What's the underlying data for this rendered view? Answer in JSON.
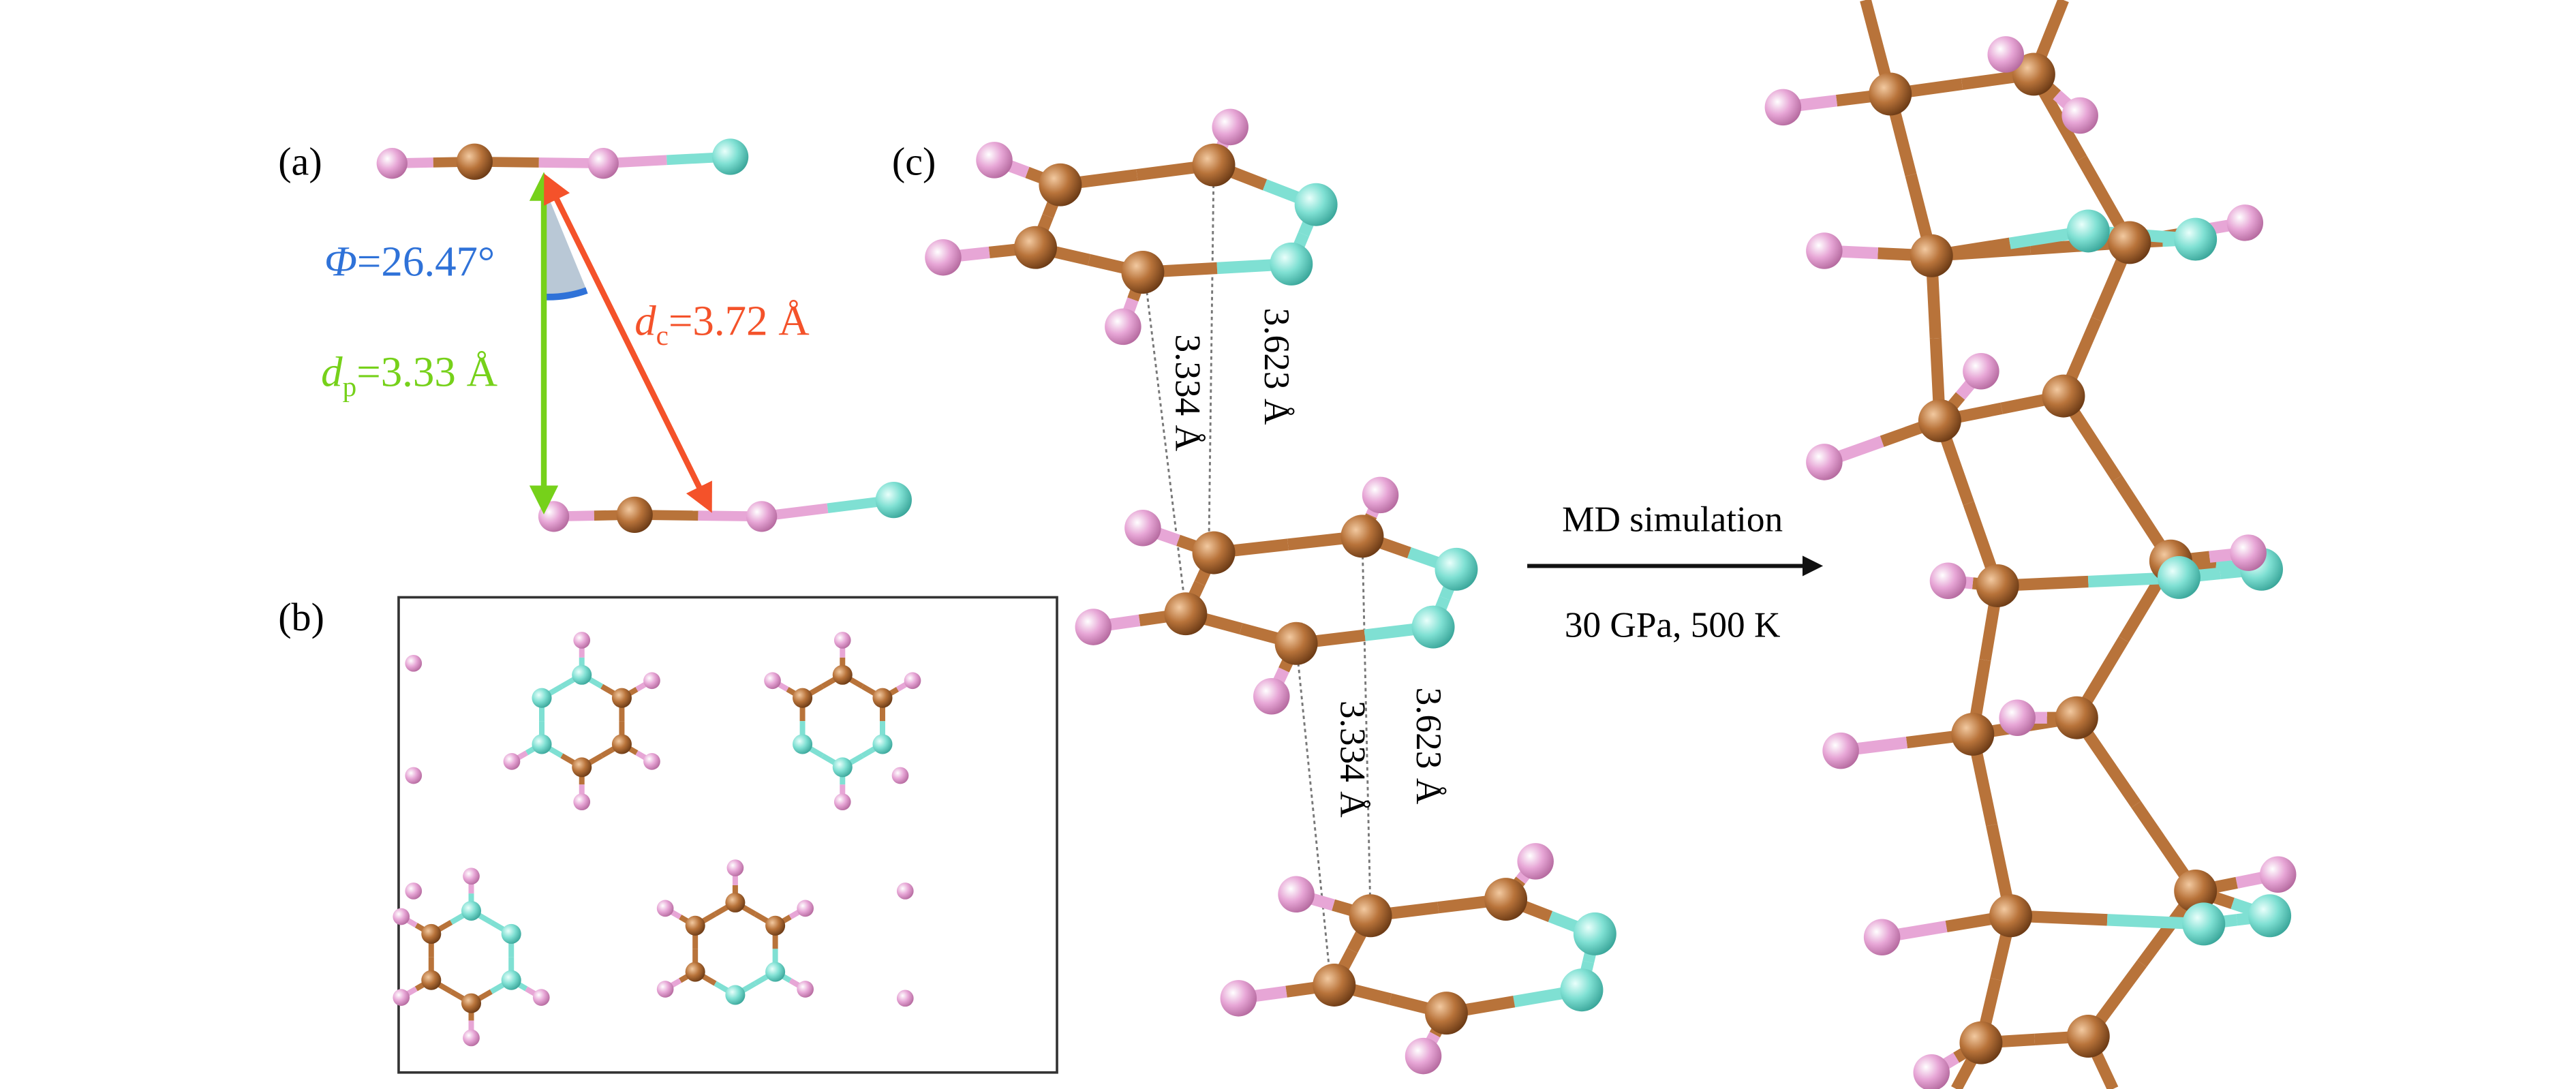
{
  "panels": {
    "a": {
      "label": "(a)",
      "phi": {
        "symbol": "Φ",
        "value": "=26.47°"
      },
      "dp": {
        "symbol": "d",
        "sub": "p",
        "value": "=3.33 Å"
      },
      "dc": {
        "symbol": "d",
        "sub": "c",
        "value": "=3.72 Å"
      }
    },
    "b": {
      "label": "(b)"
    },
    "c": {
      "label": "(c)",
      "distances": [
        {
          "perp": "3.334 Å",
          "centroid": "3.623 Å"
        },
        {
          "perp": "3.334 Å",
          "centroid": "3.623 Å"
        }
      ]
    }
  },
  "transition": {
    "top": "MD simulation",
    "bottom": "30 GPa, 500 K"
  },
  "colors": {
    "carbon": "#b8733a",
    "hydrogen": "#e7a6d6",
    "nitrogen": "#7fe0d3",
    "dp_arrow": "#76d11a",
    "dc_arrow": "#f4522a",
    "phi": "#2f72d8"
  }
}
